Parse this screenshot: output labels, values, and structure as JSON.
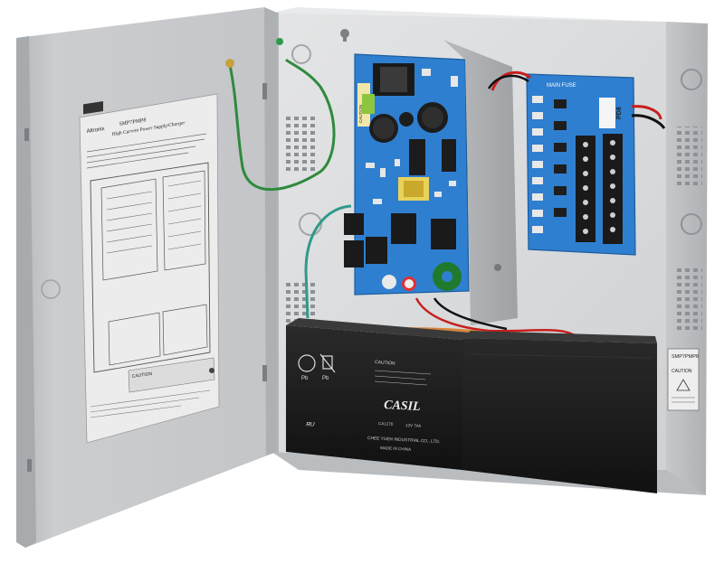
{
  "photo": {
    "subject": "",
    "door_label": {
      "brand": "Altronix",
      "model": "SMP7PMP8",
      "subtitle": "High Current Power Supply/Charger",
      "caution": "CAUTION"
    },
    "board_left": {
      "caution": "CAUTION"
    },
    "board_right": {
      "model": "PD8",
      "fuse_label": "MAIN FUSE"
    },
    "battery_left": {
      "brand": "CASIL",
      "markings": [
        "Pb",
        "Pb"
      ],
      "model": "CA1270",
      "voltage": "12V 7Ah",
      "maker": "CHEE YUEN INDUSTRIAL CO., LTD.",
      "origin": "MADE IN CHINA",
      "caution": "CAUTION"
    },
    "side_label": {
      "model": "SMP7PMP8",
      "caution": "CAUTION"
    },
    "colors": {
      "enclosure": "#d7d9da",
      "door_inner": "#c9cbcd",
      "board": "#2f7fd0",
      "battery": "#161616",
      "ground_wire": "#2f8a3c"
    }
  }
}
